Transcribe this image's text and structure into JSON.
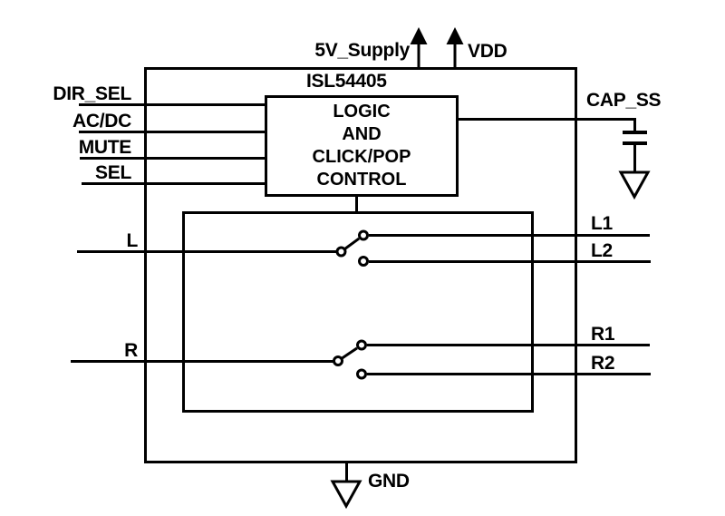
{
  "diagram": {
    "chip_title": "ISL54405",
    "power": {
      "supply": "5V_Supply",
      "vdd": "VDD",
      "gnd": "GND"
    },
    "logic_block": {
      "line1": "LOGIC",
      "line2": "AND",
      "line3": "CLICK/POP",
      "line4": "CONTROL"
    },
    "control_inputs": {
      "dir_sel": "DIR_SEL",
      "ac_dc": "AC/DC",
      "mute": "MUTE",
      "sel": "SEL"
    },
    "audio_inputs": {
      "left": "L",
      "right": "R"
    },
    "outputs": {
      "cap_ss": "CAP_SS",
      "l1": "L1",
      "l2": "L2",
      "r1": "R1",
      "r2": "R2"
    },
    "colors": {
      "line": "#000000",
      "text": "#000000",
      "background": "#ffffff"
    }
  }
}
